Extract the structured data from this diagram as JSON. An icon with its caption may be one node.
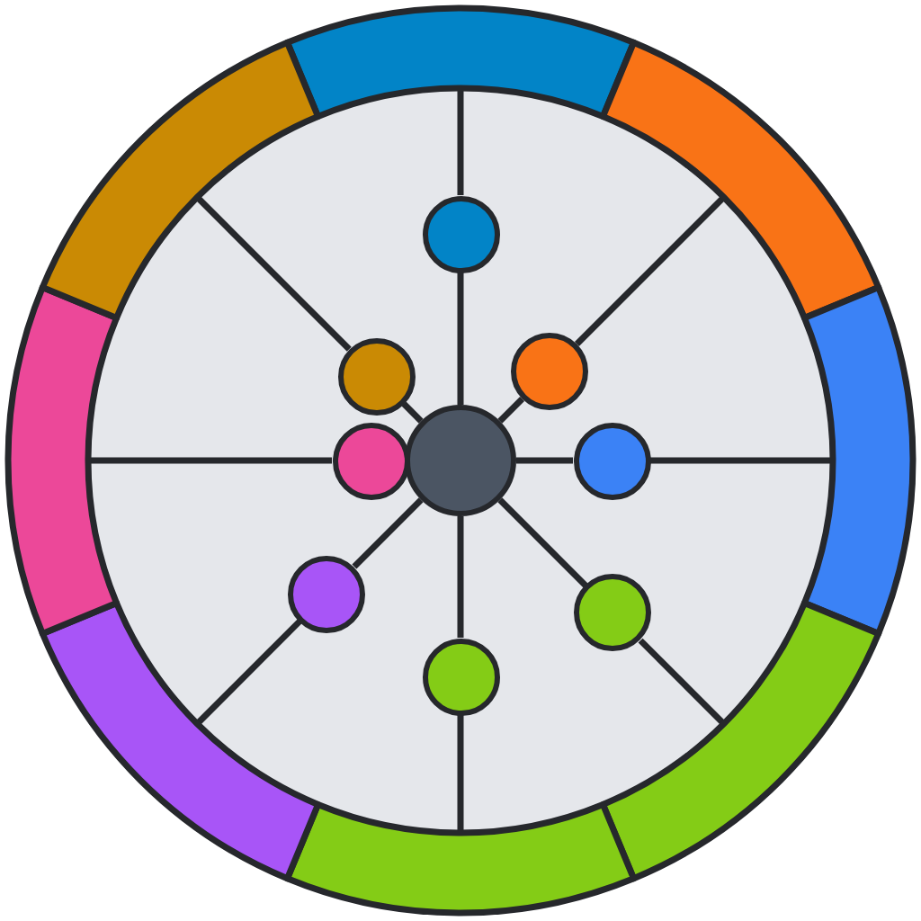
{
  "diagram": {
    "nodes": [
      {
        "text": [],
        "shape": "circle"
      },
      {
        "text": [],
        "shape": "circle"
      },
      {
        "text": [],
        "shape": "circle"
      },
      {
        "text": [],
        "shape": "circle"
      },
      {
        "text": [],
        "shape": "circle"
      },
      {
        "text": [],
        "shape": "circle"
      },
      {
        "text": [],
        "shape": "circle"
      },
      {
        "text": [],
        "shape": "circle"
      },
      {
        "text": [],
        "shape": "circle"
      },
      {
        "text": [],
        "shape": "arc"
      },
      {
        "text": [],
        "shape": "arc"
      },
      {
        "text": [],
        "shape": "arc"
      },
      {
        "text": [],
        "shape": "arc"
      },
      {
        "text": [],
        "shape": "arc"
      },
      {
        "text": [],
        "shape": "arc"
      },
      {
        "text": [],
        "shape": "arc"
      },
      {
        "text": [],
        "shape": "arc"
      }
    ],
    "edges": [
      {
        "from": 0,
        "to": 1,
        "arrow": "none"
      },
      {
        "from": 0,
        "to": 2,
        "arrow": "none"
      },
      {
        "from": 0,
        "to": 3,
        "arrow": "none"
      },
      {
        "from": 0,
        "to": 4,
        "arrow": "none"
      },
      {
        "from": 0,
        "to": 5,
        "arrow": "none"
      },
      {
        "from": 0,
        "to": 6,
        "arrow": "none"
      },
      {
        "from": 0,
        "to": 8,
        "arrow": "none"
      },
      {
        "from": 1,
        "to": 9,
        "arrow": "none"
      },
      {
        "from": 2,
        "to": 10,
        "arrow": "none"
      },
      {
        "from": 3,
        "to": 11,
        "arrow": "none"
      },
      {
        "from": 4,
        "to": 12,
        "arrow": "none"
      },
      {
        "from": 5,
        "to": 13,
        "arrow": "none"
      },
      {
        "from": 6,
        "to": 14,
        "arrow": "none"
      },
      {
        "from": 7,
        "to": 15,
        "arrow": "none"
      },
      {
        "from": 8,
        "to": 16,
        "arrow": "none"
      }
    ]
  }
}
